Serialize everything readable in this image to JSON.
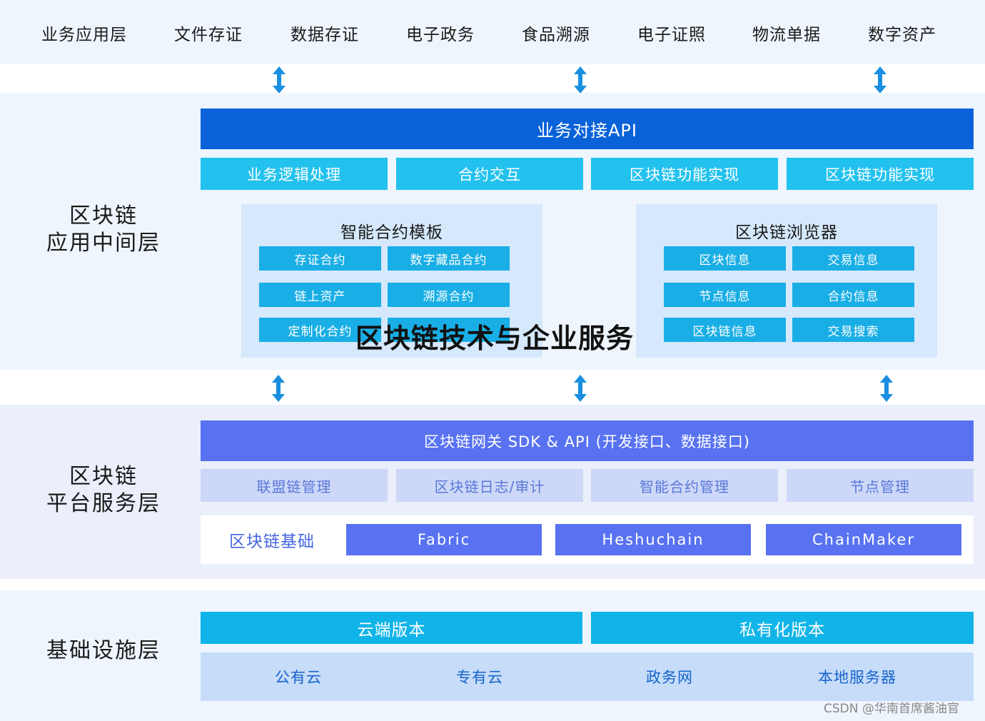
{
  "top_items": [
    "业务应用层",
    "文件存证",
    "数据存证",
    "电子政务",
    "食品溯源",
    "电子证照",
    "物流单据",
    "数字资产"
  ],
  "middleware": {
    "title_line1": "区块链",
    "title_line2": "应用中间层",
    "api_label": "业务对接API",
    "functions": [
      "业务逻辑处理",
      "合约交互",
      "区块链功能实现",
      "区块链功能实现"
    ],
    "contract_templates": {
      "title": "智能合约模板",
      "items": [
        "存证合约",
        "数字藏品合约",
        "链上资产",
        "溯源合约",
        "定制化合约",
        ""
      ]
    },
    "browser": {
      "title": "区块链浏览器",
      "items": [
        "区块信息",
        "交易信息",
        "节点信息",
        "合约信息",
        "区块链信息",
        "交易搜索"
      ]
    }
  },
  "overlay_title": "区块链技术与企业服务",
  "platform": {
    "title_line1": "区块链",
    "title_line2": "平台服务层",
    "gateway_label": "区块链网关 SDK & API (开发接口、数据接口)",
    "management": [
      "联盟链管理",
      "区块链日志/审计",
      "智能合约管理",
      "节点管理"
    ],
    "base_label": "区块链基础",
    "chains": [
      "Fabric",
      "Heshuchain",
      "ChainMaker"
    ]
  },
  "infrastructure": {
    "title": "基础设施层",
    "cloud_label": "云端版本",
    "private_label": "私有化版本",
    "items": [
      "公有云",
      "专有云",
      "政务网",
      "本地服务器"
    ]
  },
  "watermark": "CSDN @华南首席酱油官",
  "colors": {
    "api_blue": "#0a62d8",
    "cyan": "#23c2ee",
    "gateway_blue": "#5872f2",
    "lavender": "#cdd8f8",
    "arrow": "#1a8fe0"
  }
}
